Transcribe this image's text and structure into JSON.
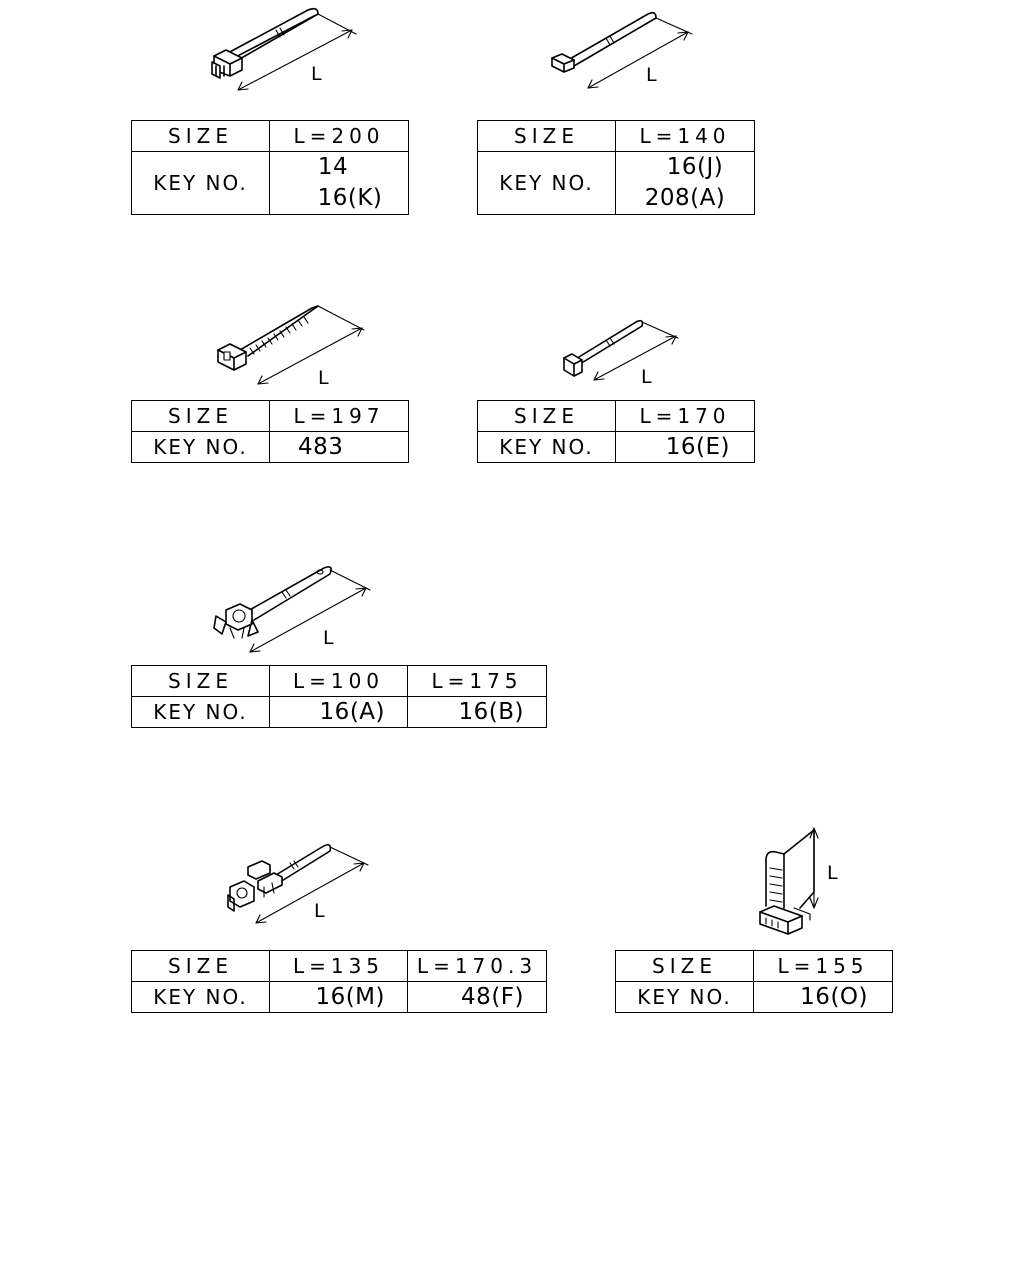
{
  "parts": [
    {
      "dimension": "L",
      "size_label": "SIZE",
      "key_label": "KEY NO.",
      "sizes": [
        "L=200"
      ],
      "keys": [
        [
          "14",
          "16(K)"
        ]
      ]
    },
    {
      "dimension": "L",
      "size_label": "SIZE",
      "key_label": "KEY NO.",
      "sizes": [
        "L=140"
      ],
      "keys": [
        [
          "16(J)",
          "208(A)"
        ]
      ]
    },
    {
      "dimension": "L",
      "size_label": "SIZE",
      "key_label": "KEY NO.",
      "sizes": [
        "L=197"
      ],
      "keys": [
        [
          "483"
        ]
      ]
    },
    {
      "dimension": "L",
      "size_label": "SIZE",
      "key_label": "KEY NO.",
      "sizes": [
        "L=170"
      ],
      "keys": [
        [
          "16(E)"
        ]
      ]
    },
    {
      "dimension": "L",
      "size_label": "SIZE",
      "key_label": "KEY NO.",
      "sizes": [
        "L=100",
        "L=175"
      ],
      "keys": [
        [
          "16(A)"
        ],
        [
          "16(B)"
        ]
      ]
    },
    {
      "dimension": "L",
      "size_label": "SIZE",
      "key_label": "KEY NO.",
      "sizes": [
        "L=135",
        "L=170.3"
      ],
      "keys": [
        [
          "16(M)"
        ],
        [
          "48(F)"
        ]
      ]
    },
    {
      "dimension": "L",
      "size_label": "SIZE",
      "key_label": "KEY NO.",
      "sizes": [
        "L=155"
      ],
      "keys": [
        [
          "16(O)"
        ]
      ]
    }
  ]
}
